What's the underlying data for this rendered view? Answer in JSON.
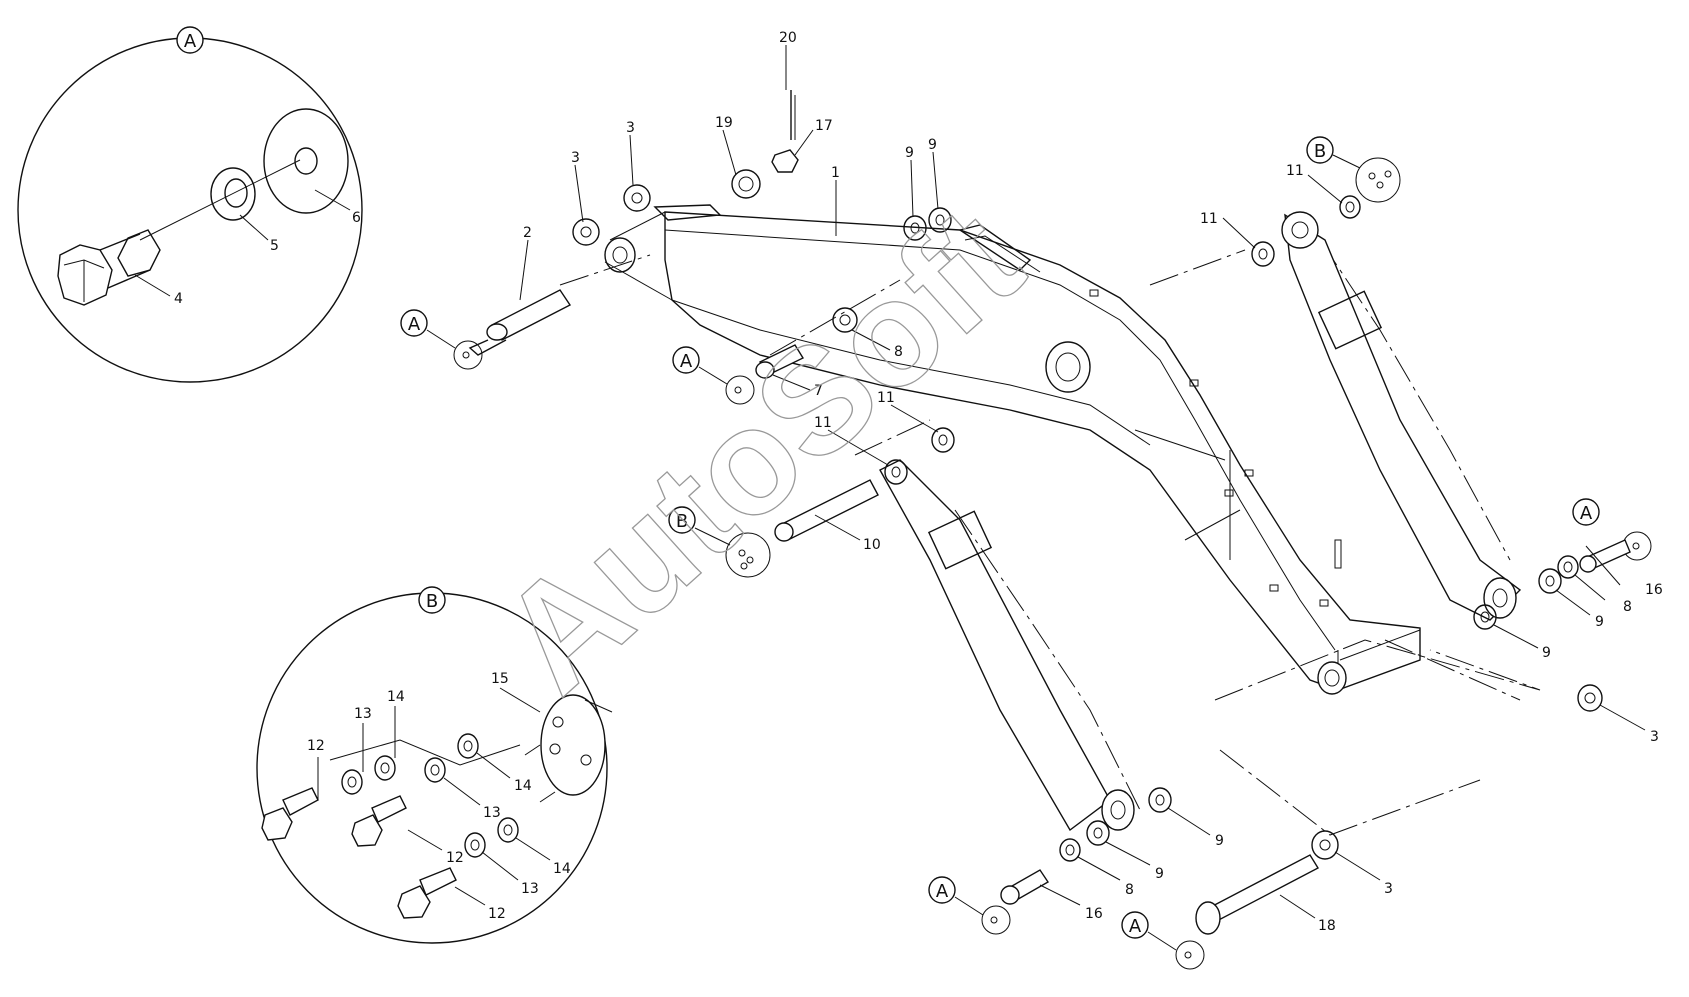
{
  "watermark": "AutoSoft",
  "detail_markers": {
    "a": "A",
    "b": "B"
  },
  "callouts": [
    {
      "id": "c20",
      "text": "20"
    },
    {
      "id": "c19",
      "text": "19"
    },
    {
      "id": "c17",
      "text": "17"
    },
    {
      "id": "c1",
      "text": "1"
    },
    {
      "id": "c3a",
      "text": "3"
    },
    {
      "id": "c3b",
      "text": "3"
    },
    {
      "id": "c2",
      "text": "2"
    },
    {
      "id": "c9a",
      "text": "9"
    },
    {
      "id": "c9b",
      "text": "9"
    },
    {
      "id": "c8a",
      "text": "8"
    },
    {
      "id": "c7",
      "text": "7"
    },
    {
      "id": "c11a",
      "text": "11"
    },
    {
      "id": "c11b",
      "text": "11"
    },
    {
      "id": "c11c",
      "text": "11"
    },
    {
      "id": "c11d",
      "text": "11"
    },
    {
      "id": "c10",
      "text": "10"
    },
    {
      "id": "c16a",
      "text": "16"
    },
    {
      "id": "c8b",
      "text": "8"
    },
    {
      "id": "c9c",
      "text": "9"
    },
    {
      "id": "c9d",
      "text": "9"
    },
    {
      "id": "c3c",
      "text": "3"
    },
    {
      "id": "c9e",
      "text": "9"
    },
    {
      "id": "c9f",
      "text": "9"
    },
    {
      "id": "c8c",
      "text": "8"
    },
    {
      "id": "c16b",
      "text": "16"
    },
    {
      "id": "c3d",
      "text": "3"
    },
    {
      "id": "c18",
      "text": "18"
    },
    {
      "id": "c6",
      "text": "6"
    },
    {
      "id": "c5",
      "text": "5"
    },
    {
      "id": "c4",
      "text": "4"
    },
    {
      "id": "c15",
      "text": "15"
    },
    {
      "id": "c14a",
      "text": "14"
    },
    {
      "id": "c13a",
      "text": "13"
    },
    {
      "id": "c12a",
      "text": "12"
    },
    {
      "id": "c14b",
      "text": "14"
    },
    {
      "id": "c13b",
      "text": "13"
    },
    {
      "id": "c12b",
      "text": "12"
    },
    {
      "id": "c14c",
      "text": "14"
    },
    {
      "id": "c13c",
      "text": "13"
    },
    {
      "id": "c12c",
      "text": "12"
    }
  ]
}
